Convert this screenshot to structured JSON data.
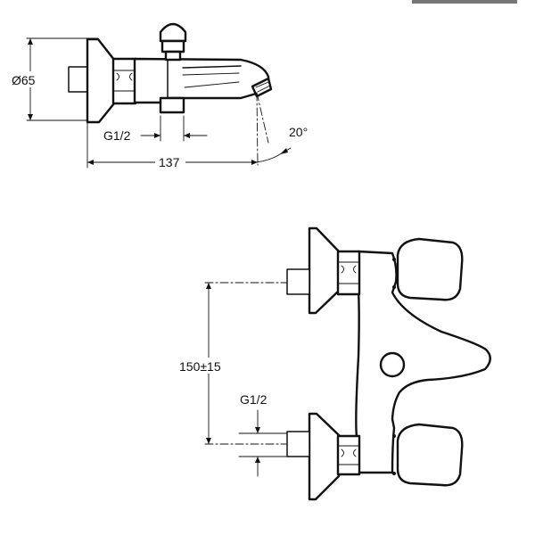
{
  "diagram": {
    "top_view": {
      "dimension_diameter": "Ø65",
      "dimension_thread": "G1/2",
      "dimension_length": "137",
      "dimension_angle": "20°"
    },
    "bottom_view": {
      "dimension_center_distance": "150±15",
      "dimension_thread": "G1/2"
    }
  }
}
